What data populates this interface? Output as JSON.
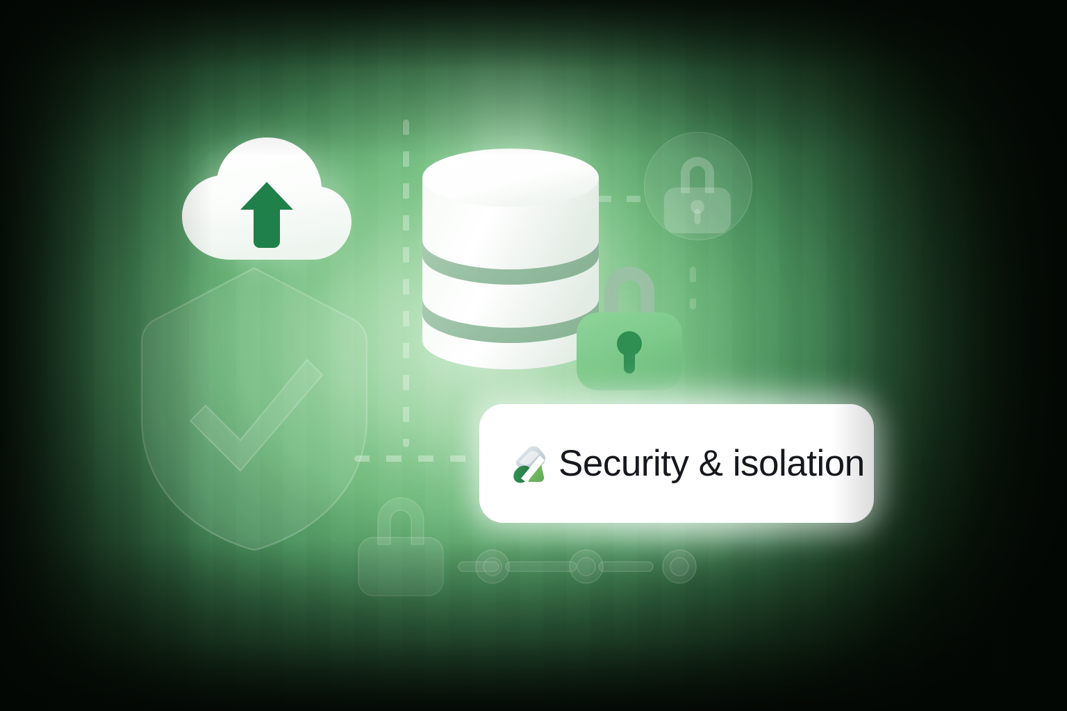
{
  "scene": {
    "title": "Security & isolation",
    "background_color": "#030703",
    "glow_color": "#9ed7a4",
    "accent_green": "#6fba7c",
    "deep_green": "#2f8f53",
    "card_background": "#ffffff",
    "card_text_color": "#16181d"
  },
  "card": {
    "label": "Security & isolation",
    "logo_name": "neon-logo-icon"
  },
  "icons": [
    {
      "name": "cloud-upload-icon",
      "label": "Cloud upload"
    },
    {
      "name": "shield-check-icon",
      "label": "Shield with checkmark"
    },
    {
      "name": "database-stack-icon",
      "label": "Database stack"
    },
    {
      "name": "padlock-icon",
      "label": "Padlock locked"
    },
    {
      "name": "padlock-small-icon",
      "label": "Small padlock"
    },
    {
      "name": "padlock-outline-icon",
      "label": "Outline padlock"
    },
    {
      "name": "node-rail-icon",
      "label": "Connected nodes rail"
    }
  ],
  "database": {
    "layers": 3,
    "fill_top": "#ffffff",
    "fill_body": "#eef4ef",
    "band": "#9ec3a8"
  },
  "rail": {
    "nodes": 3
  }
}
